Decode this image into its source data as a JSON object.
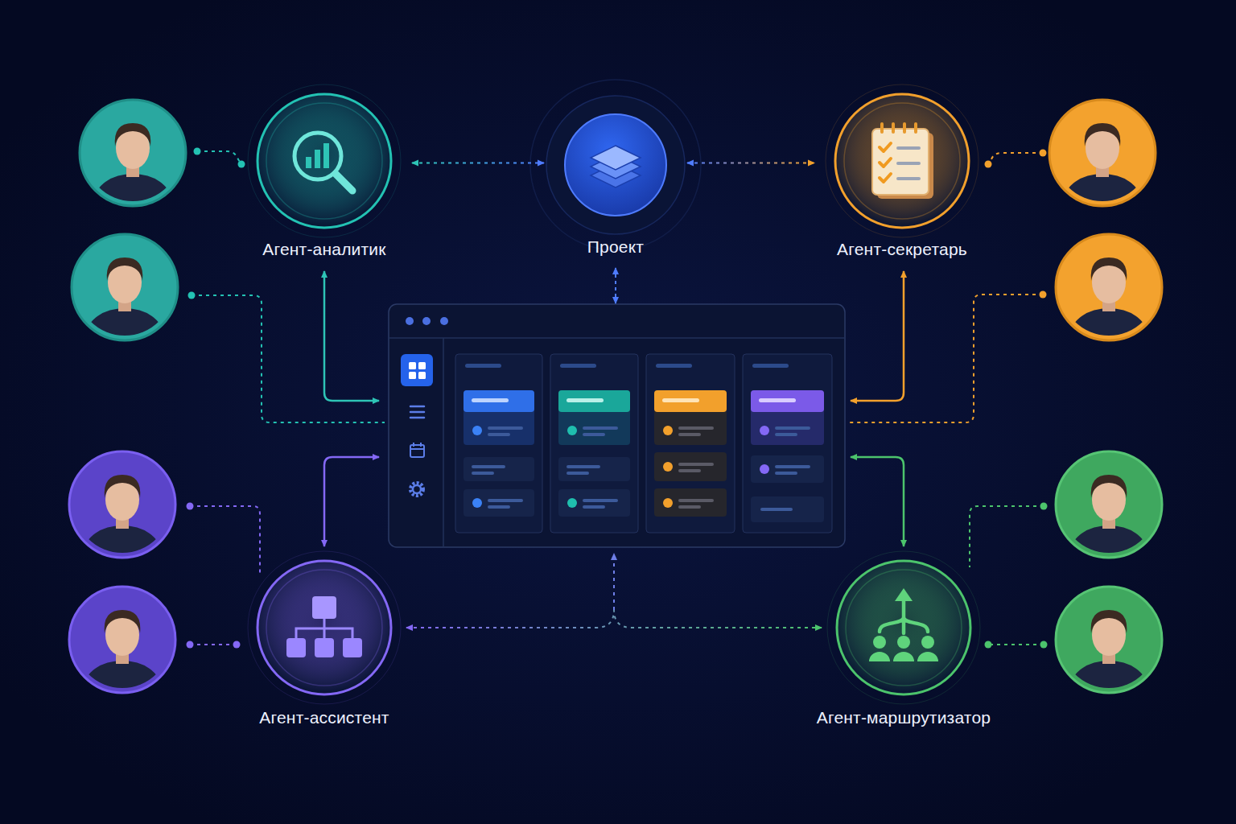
{
  "diagram": {
    "nodes": [
      {
        "text": [
          "Агент-аналитик"
        ]
      },
      {
        "text": [
          "Проект"
        ]
      },
      {
        "text": [
          "Агент-секретарь"
        ]
      },
      {
        "text": [
          "Агент-ассистент"
        ]
      },
      {
        "text": [
          "Агент-маршрутизатор"
        ]
      }
    ],
    "edges": [
      {
        "from": 0,
        "to": 1,
        "arrow": "both"
      },
      {
        "from": 1,
        "to": 2,
        "arrow": "both"
      },
      {
        "from": 3,
        "to": 4,
        "arrow": "both"
      }
    ]
  }
}
